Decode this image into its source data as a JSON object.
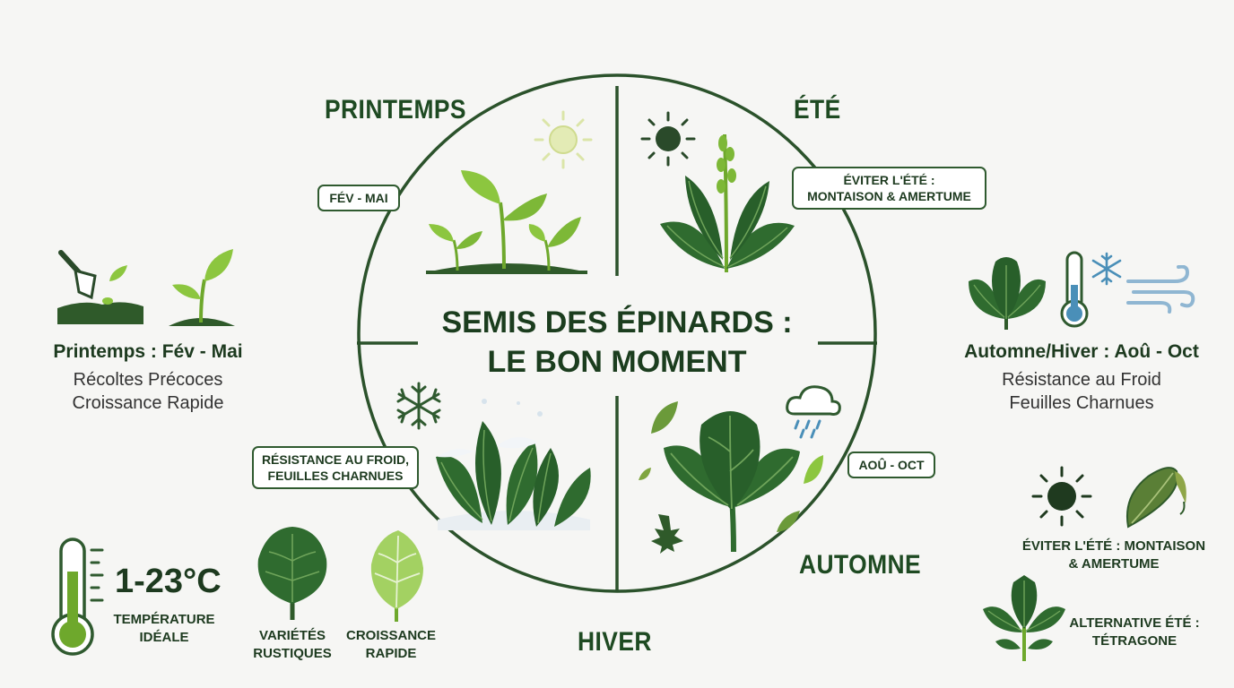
{
  "title": {
    "line1": "SEMIS DES ÉPINARDS :",
    "line2": "LE BON MOMENT"
  },
  "seasons": {
    "spring": "PRINTEMPS",
    "summer": "ÉTÉ",
    "winter": "HIVER",
    "autumn": "AUTOMNE"
  },
  "labels": {
    "spring_months": "FÉV - MAI",
    "summer_avoid_line1": "ÉVITER L'ÉTÉ :",
    "summer_avoid_line2": "MONTAISON & AMERTUME",
    "winter_resist_line1": "RÉSISTANCE AU FROID,",
    "winter_resist_line2": "FEUILLES CHARNUES",
    "autumn_months": "AOÛ - OCT"
  },
  "left_panel": {
    "heading": "Printemps : Fév - Mai",
    "line1": "Récoltes Précoces",
    "line2": "Croissance Rapide"
  },
  "right_panel": {
    "heading": "Automne/Hiver : Aoû - Oct",
    "line1": "Résistance au Froid",
    "line2": "Feuilles Charnues"
  },
  "temperature": {
    "value": "1-23°C",
    "label_line1": "TEMPÉRATURE",
    "label_line2": "IDÉALE"
  },
  "varieties": {
    "rustic_line1": "VARIÉTÉS",
    "rustic_line2": "RUSTIQUES",
    "fast_line1": "CROISSANCE",
    "fast_line2": "RAPIDE"
  },
  "bottom_right": {
    "avoid_line1": "ÉVITER L'ÉTÉ : MONTAISON",
    "avoid_line2": "& AMERTUME",
    "alt_line1": "ALTERNATIVE ÉTÉ :",
    "alt_line2": "TÉTRAGONE"
  },
  "colors": {
    "dark_green": "#1e4a22",
    "leaf_green": "#2f6b2f",
    "light_green": "#8cc63f",
    "ice_blue": "#4a8fb8"
  },
  "icons": [
    "sun-icon",
    "dark-sun-icon",
    "snowflake-icon",
    "cloud-rain-icon",
    "thermometer-icon",
    "wind-icon",
    "trowel-icon",
    "seedling-icon",
    "leaf-icon",
    "maple-leaf-icon",
    "wilted-leaf-icon"
  ]
}
